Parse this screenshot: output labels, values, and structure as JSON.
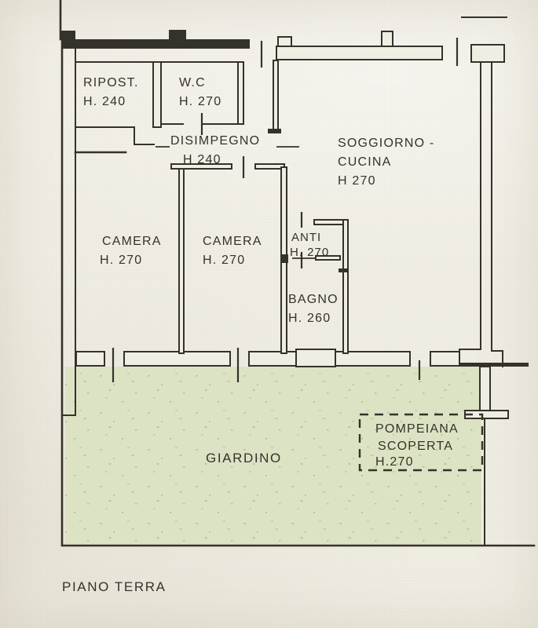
{
  "plan": {
    "floor_label": "PIANO TERRA",
    "rooms": {
      "ripostiglio": {
        "label": "RIPOST.",
        "height": "H. 240"
      },
      "wc": {
        "label": "W.C",
        "height": "H. 270"
      },
      "disimpegno": {
        "label": "DISIMPEGNO",
        "height": "H 240"
      },
      "soggiorno_cucina": {
        "label": "SOGGIORNO -",
        "label2": "CUCINA",
        "height": "H 270"
      },
      "camera_1": {
        "label": "CAMERA",
        "height": "H. 270"
      },
      "camera_2": {
        "label": "CAMERA",
        "height": "H. 270"
      },
      "anti": {
        "label": "ANTI",
        "height": "H. 270"
      },
      "bagno": {
        "label": "BAGNO",
        "height": "H. 260"
      },
      "giardino": {
        "label": "GIARDINO"
      },
      "pompeiana": {
        "label": "POMPEIANA",
        "label2": "SCOPERTA",
        "height": "H.270"
      }
    },
    "colors": {
      "paper": "#f0ede3",
      "ink": "#35322b",
      "garden": "#dce3c4"
    }
  }
}
